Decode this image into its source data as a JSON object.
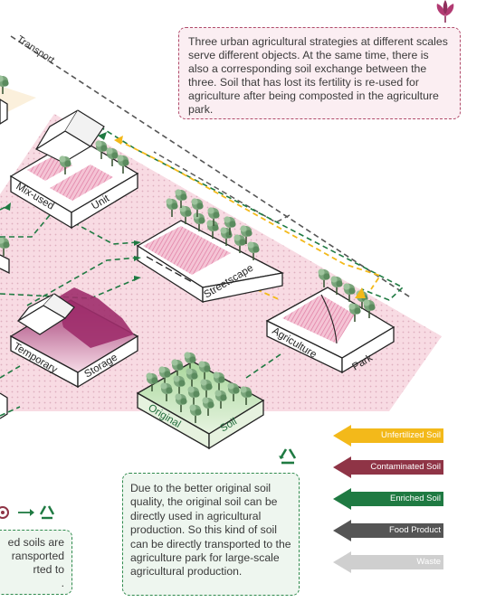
{
  "top_note": "Three urban agricultural strategies at different scales serve different objects. At the same time, there is also a corresponding soil exchange between the three. Soil that has lost its fertility is re-used for agriculture after being composted in the agriculture park.",
  "middle_note": "Due to the better original soil quality, the original soil can be directly used in agricultural production. So this kind of soil can be directly transported to the agriculture park for large-scale agricultural production.",
  "left_note": [
    "ed soils are",
    "ransported",
    "rted to",
    "."
  ],
  "transport_label": "Transport",
  "blocks": {
    "mix_used": {
      "word1": "Mix-used",
      "word2": "Unit"
    },
    "streetscape": {
      "word1": "Streetscape"
    },
    "agriculture_park": {
      "word1": "Agriculture",
      "word2": "Park"
    },
    "temporary_storage": {
      "word1": "Temporary",
      "word2": "Storage"
    },
    "original_soil": {
      "word1": "Original",
      "word2": "Soil"
    }
  },
  "legend": [
    {
      "label": "Unfertilized Soil",
      "color": "#f3b91a"
    },
    {
      "label": "Contaminated Soil",
      "color": "#8f3446"
    },
    {
      "label": "Enriched Soil",
      "color": "#1f7a42"
    },
    {
      "label": "Food Product",
      "color": "#555555"
    },
    {
      "label": "Waste",
      "color": "#cfcfcf"
    }
  ],
  "icons": {
    "top_right": "plant-leaf-icon",
    "middle": "recycle-icon",
    "left": [
      "biohazard-icon",
      "arrow-right-icon",
      "recycle-icon"
    ]
  },
  "colors": {
    "pink_zone": "#f6d3dc",
    "arrow_green": "#1f7a42",
    "arrow_gray": "#555555",
    "arrow_yellow": "#f3b91a",
    "magenta": "#c23d79"
  }
}
